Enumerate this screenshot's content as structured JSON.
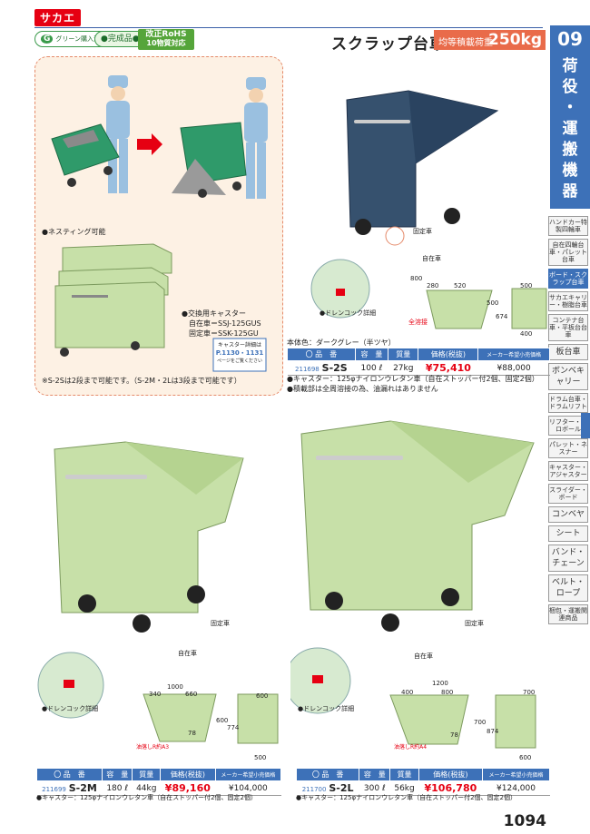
{
  "header": {
    "logo": "サカエ",
    "badge_green_mark": "G",
    "badge_green": "グリーン購入法適合商品",
    "badge_kansei": "●完成品●",
    "badge_rohs_1": "改正RoHS",
    "badge_rohs_2": "10物質対応",
    "title": "スクラップ台車",
    "load_label": "均等積載荷重",
    "load_value": "250kg"
  },
  "sidebar": {
    "number": "09",
    "category": [
      "荷",
      "役",
      "・",
      "運",
      "搬",
      "機",
      "器"
    ],
    "items": [
      {
        "label": "ハンドカー特製四輪車",
        "active": false
      },
      {
        "label": "自在四輪台車・パレット台車",
        "active": false
      },
      {
        "label": "ボード・スクラップ台車",
        "active": true
      },
      {
        "label": "サカエキャリー・樹脂台車",
        "active": false
      },
      {
        "label": "コンテナ台車・平板台台車",
        "active": false
      },
      {
        "label": "板台車",
        "active": false,
        "big": true
      },
      {
        "label": "ボンベキャリー",
        "active": false,
        "big": true
      },
      {
        "label": "ドラム台車・ドラムリフト",
        "active": false
      },
      {
        "label": "リフター・コロボール",
        "active": false
      },
      {
        "label": "パレット・ネスナー",
        "active": false
      },
      {
        "label": "キャスター・アジャスター",
        "active": false
      },
      {
        "label": "スライダー・ボード",
        "active": false
      },
      {
        "label": "コンベヤ",
        "active": false,
        "big": true
      },
      {
        "label": "シート",
        "active": false,
        "big": true
      },
      {
        "label": "バンド・チェーン",
        "active": false,
        "big": true
      },
      {
        "label": "ベルト・ロープ",
        "active": false,
        "big": true
      },
      {
        "label": "梱包・運搬関連商品",
        "active": false
      }
    ]
  },
  "illustration": {
    "nesting": "●ネスティング可能",
    "caster_title": "●交換用キャスター",
    "caster_free": "自在車＝SSJ-125GUS",
    "caster_fixed": "固定車＝SSK-125GU",
    "caster_ref_1": "キャスター詳細は",
    "caster_ref_2": "P.1130・1131",
    "caster_ref_3": "ページをご覧ください",
    "nesting_note": "※S-2Sは2段まで可能です。（S-2M・2Lは3段まで可能です）"
  },
  "labels": {
    "free_wheel": "自在車",
    "fixed_wheel": "固定車",
    "drain": "●ドレンコック詳細",
    "all_weld": "全溶接",
    "body_color": "本体色：ダークグレー（半ツヤ）",
    "caster_note": "●キャスター：125φナイロンウレタン車（自在ストッパー付2個、固定2個）",
    "weld_note": "●積載部は全周溶接の為、油漏れはありません"
  },
  "table_header": {
    "hinban": "〇 品　番",
    "capacity": "容　量",
    "mass": "質量",
    "price": "価格(税抜)",
    "maker": "メーカー希望小売価格"
  },
  "products": {
    "s2s": {
      "code": "211698",
      "model": "S-2S",
      "capacity": "100 ℓ",
      "mass": "27kg",
      "price": "¥75,410",
      "maker": "¥88,000",
      "dim_top": "800",
      "dim_a": "280",
      "dim_b": "520",
      "dim_side": "500",
      "dim_h1": "500",
      "dim_h2": "674",
      "dim_bottom": "400"
    },
    "s2m": {
      "code": "211699",
      "model": "S-2M",
      "capacity": "180 ℓ",
      "mass": "44kg",
      "price": "¥89,160",
      "maker": "¥104,000",
      "dim_top": "1000",
      "dim_a": "340",
      "dim_b": "660",
      "dim_side": "600",
      "dim_h1": "600",
      "dim_h2": "774",
      "dim_inner": "78",
      "dim_bottom": "500",
      "slope": "油落しR約A3"
    },
    "s2l": {
      "code": "211700",
      "model": "S-2L",
      "capacity": "300 ℓ",
      "mass": "56kg",
      "price": "¥106,780",
      "maker": "¥124,000",
      "dim_top": "1200",
      "dim_a": "400",
      "dim_b": "800",
      "dim_side": "700",
      "dim_h1": "700",
      "dim_h2": "874",
      "dim_inner": "78",
      "dim_bottom": "600",
      "slope": "油落しR約A4"
    }
  },
  "page_number": "1094"
}
